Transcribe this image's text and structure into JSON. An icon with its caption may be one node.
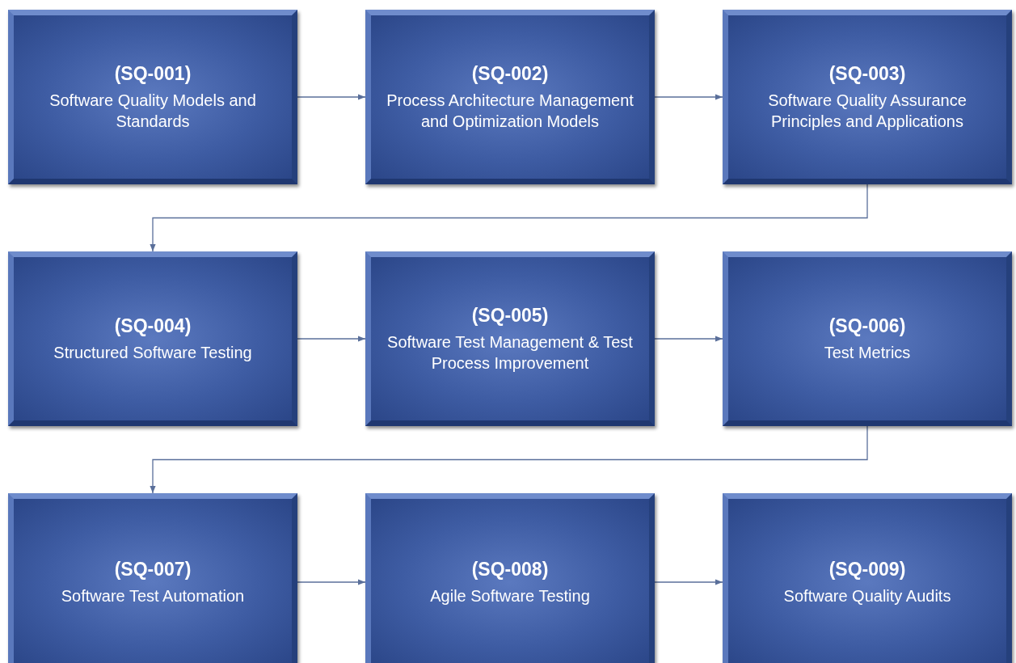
{
  "diagram": {
    "nodes": [
      {
        "text": [
          "(SQ-001)",
          "Software Quality Models and Standards"
        ]
      },
      {
        "text": [
          "(SQ-002)",
          "Process Architecture Management and Optimization Models"
        ]
      },
      {
        "text": [
          "(SQ-003)",
          "Software Quality Assurance Principles and Applications"
        ]
      },
      {
        "text": [
          "(SQ-004)",
          "Structured Software Testing"
        ]
      },
      {
        "text": [
          "(SQ-005)",
          "Software Test Management & Test Process Improvement"
        ]
      },
      {
        "text": [
          "(SQ-006)",
          "Test Metrics"
        ]
      },
      {
        "text": [
          "(SQ-007)",
          "Software Test Automation"
        ]
      },
      {
        "text": [
          "(SQ-008)",
          "Agile Software Testing"
        ]
      },
      {
        "text": [
          "(SQ-009)",
          "Software Quality Audits"
        ]
      }
    ],
    "edges": [
      {
        "from": 0,
        "to": 1,
        "arrow": "to"
      },
      {
        "from": 1,
        "to": 2,
        "arrow": "to"
      },
      {
        "from": 2,
        "to": 3,
        "arrow": "to"
      },
      {
        "from": 3,
        "to": 4,
        "arrow": "to"
      },
      {
        "from": 4,
        "to": 5,
        "arrow": "to"
      },
      {
        "from": 5,
        "to": 6,
        "arrow": "to"
      },
      {
        "from": 6,
        "to": 7,
        "arrow": "to"
      },
      {
        "from": 7,
        "to": 8,
        "arrow": "to"
      }
    ]
  }
}
